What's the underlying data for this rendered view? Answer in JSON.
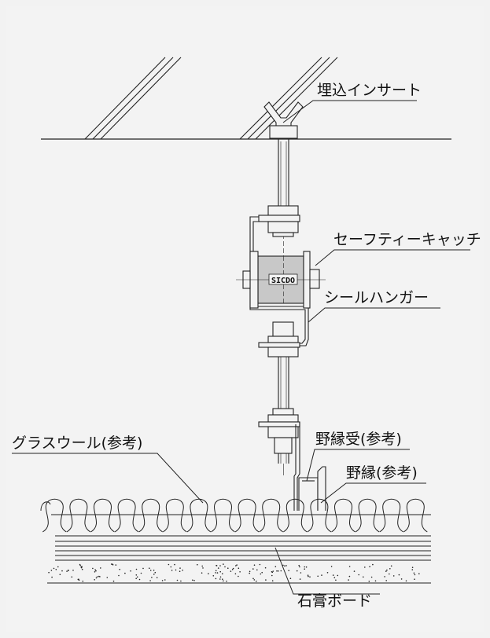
{
  "labels": {
    "embedded_insert": "埋込インサート",
    "safety_catch": "セーフティーキャッチ",
    "seal_hanger": "シールハンガー",
    "glass_wool": "グラスウール(参考)",
    "furring_receiver": "野縁受(参考)",
    "furring": "野縁(参考)",
    "gypsum_board": "石膏ボード"
  },
  "stamp_text": "SICDO",
  "colors": {
    "background": "#f3f3f3",
    "line": "#222222",
    "catch_fill": "#c8c8c8"
  }
}
